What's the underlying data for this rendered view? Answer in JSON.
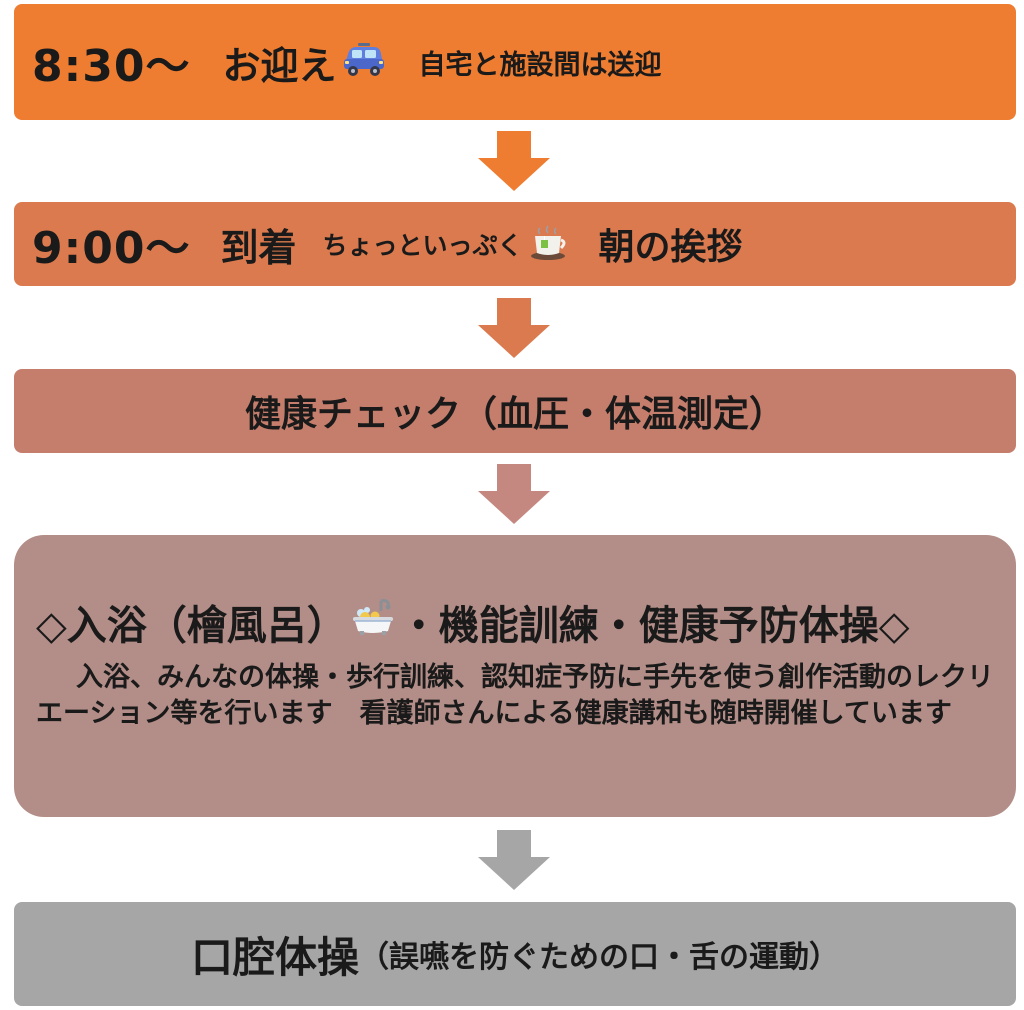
{
  "steps": {
    "step1": {
      "time": "8:30〜",
      "label": "お迎え",
      "sub": "自宅と施設間は送迎",
      "icon": "car-icon",
      "color": "#ee7d31"
    },
    "step2": {
      "time": "9:00〜",
      "label": "到着",
      "sub": "ちょっといっぷく",
      "greeting": "朝の挨拶",
      "icon": "tea-cup-icon",
      "color": "#db7a4e"
    },
    "step3": {
      "text": "健康チェック（血圧・体温測定）",
      "color": "#c57d6c"
    },
    "step4": {
      "heading_part1": "◇入浴（檜風呂）",
      "heading_part2": "・機能訓練・健康予防体操◇",
      "description": "入浴、みんなの体操・歩行訓練、認知症予防に手先を使う創作活動のレクリエーション等を行います　看護師さんによる健康講和も随時開催しています",
      "icon": "bathtub-icon",
      "color": "#b38e88"
    },
    "step5": {
      "main": "口腔体操",
      "sub": "（誤嚥を防ぐための口・舌の運動）",
      "color": "#a6a6a6"
    }
  },
  "arrow_colors": [
    "#ee7d31",
    "#db7a4e",
    "#c58880",
    "#a6a6a6"
  ]
}
